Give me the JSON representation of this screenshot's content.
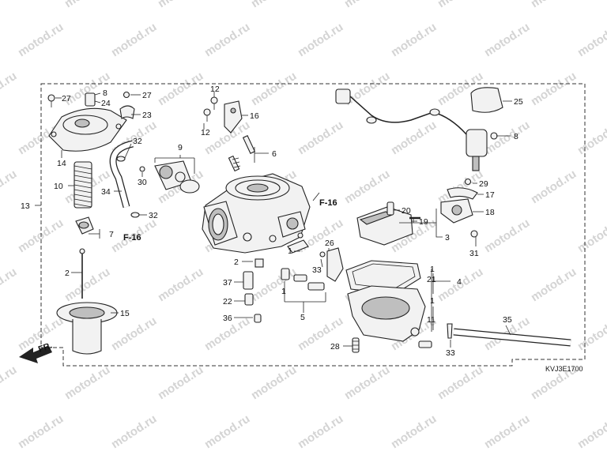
{
  "watermark": {
    "text": "motod.ru"
  },
  "diagram": {
    "code": "KVJ3E1700",
    "front_label": "FR."
  },
  "refs": {
    "f16_top": "F-16",
    "f16_left": "F-16"
  },
  "callouts": {
    "c1a": "1",
    "c1b": "1",
    "c1c": "1",
    "c1d": "1",
    "c2": "2",
    "c2b": "2",
    "c3": "3",
    "c4": "4",
    "c5": "5",
    "c6": "6",
    "c7": "7",
    "c8a": "8",
    "c8b": "8",
    "c9": "9",
    "c10": "10",
    "c11": "11",
    "c12a": "12",
    "c12b": "12",
    "c13": "13",
    "c14": "14",
    "c15": "15",
    "c16": "16",
    "c17": "17",
    "c18": "18",
    "c19": "19",
    "c20": "20",
    "c21": "21",
    "c22": "22",
    "c23": "23",
    "c24": "24",
    "c25": "25",
    "c26": "26",
    "c27a": "27",
    "c27b": "27",
    "c28": "28",
    "c29": "29",
    "c30": "30",
    "c31": "31",
    "c32a": "32",
    "c32b": "32",
    "c33a": "33",
    "c33b": "33",
    "c34": "34",
    "c35": "35",
    "c36": "36",
    "c37": "37"
  },
  "colors": {
    "line": "#222222",
    "watermark": "#d4d4d4",
    "fill": "#f2f2f2"
  }
}
